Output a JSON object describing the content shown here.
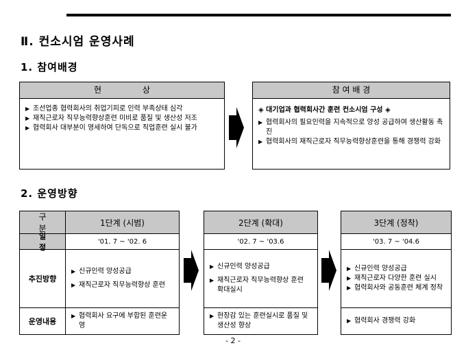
{
  "section_title": "Ⅱ. 컨소시엄 운영사례",
  "sub1": {
    "title": "1. 참여배경",
    "current": {
      "header": "현 상",
      "items": [
        "조선업종 협력회사의 취업기피로 인력 부족상태 심각",
        "재직근로자 직무능력향상훈련 미비로 품질 및 생산성 저조",
        "협력회사 대부분이 영세하여 단독으로 직업훈련 실시 불가"
      ]
    },
    "background": {
      "header": "참 여 배 경",
      "highlight": "◈ 대기업과 협력회사간 훈련 컨소시엄 구성 ◈",
      "items": [
        "협력회사의 필요인력을 지속적으로 양성 공급하여 생산활동 촉진",
        "협력회사의 재직근로자 직무능력향상훈련을 통해 경쟁력 강화"
      ]
    }
  },
  "sub2": {
    "title": "2. 운영방향",
    "row_labels": {
      "header": "구 분",
      "schedule": "일 정",
      "direction": "추진방향",
      "content": "운영내용"
    },
    "stages": [
      {
        "title": "1단계 (시범)",
        "schedule": "'01. 7 ~ '02. 6",
        "direction": [
          "신규인력 양성공급",
          "재직근로자 직무능력향상 훈련"
        ],
        "content": [
          "협력회사 요구에 부합된 훈련운영"
        ]
      },
      {
        "title": "2단계 (확대)",
        "schedule": "'02. 7 ~ '03.6",
        "direction": [
          "신규인력 양성공급",
          "재직근로자 직무능력향상 훈련 확대실시"
        ],
        "content": [
          "현장감 있는 훈련실시로 품질 및 생산성 향상"
        ]
      },
      {
        "title": "3단계 (정착)",
        "schedule": "'03. 7 ~ '04.6",
        "direction": [
          "신규인력 양성공급",
          "재직근로자 다양한 훈련 실시",
          "협력회사와 공동훈련 체계 정착"
        ],
        "content": [
          "협력회사 경쟁력 강화"
        ]
      }
    ]
  },
  "page_number": "- 2 -"
}
